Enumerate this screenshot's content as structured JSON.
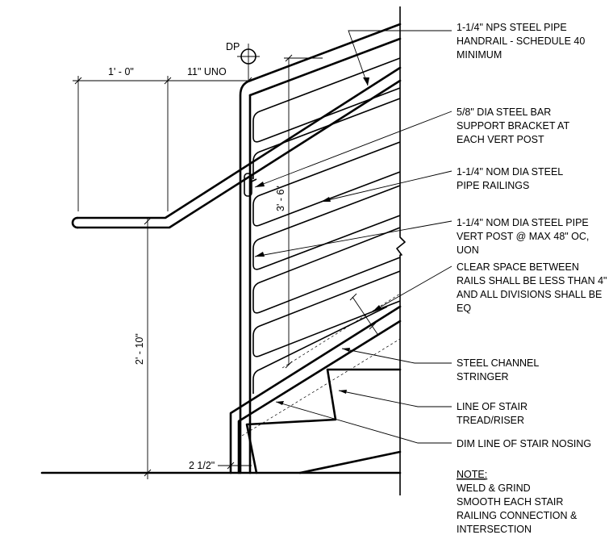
{
  "datum_label": "DP",
  "dimensions": {
    "projection": "1' - 0\"",
    "offset": "11\"  UNO",
    "rail_height": "3' - 6\"",
    "handrail_height": "2' - 10\"",
    "post_offset": "2 1/2\""
  },
  "callouts": [
    {
      "lines": [
        "1-1/4\" NPS STEEL PIPE",
        "HANDRAIL - SCHEDULE 40",
        "MINIMUM"
      ]
    },
    {
      "lines": [
        "5/8\" DIA STEEL BAR",
        "SUPPORT BRACKET AT",
        "EACH VERT POST"
      ]
    },
    {
      "lines": [
        "1-1/4\" NOM DIA STEEL",
        "PIPE RAILINGS"
      ]
    },
    {
      "lines": [
        "1-1/4\" NOM DIA STEEL PIPE",
        "VERT POST @ MAX 48\" OC,",
        "UON"
      ]
    },
    {
      "lines": [
        "CLEAR SPACE BETWEEN",
        "RAILS SHALL BE LESS THAN 4\"",
        "AND ALL DIVISIONS SHALL BE",
        "EQ"
      ]
    },
    {
      "lines": [
        "STEEL CHANNEL",
        "STRINGER"
      ]
    },
    {
      "lines": [
        "LINE OF STAIR",
        "TREAD/RISER"
      ]
    },
    {
      "lines": [
        "DIM LINE OF STAIR NOSING"
      ]
    }
  ],
  "note": {
    "title": "NOTE:",
    "lines": [
      "WELD & GRIND",
      "SMOOTH EACH STAIR",
      "RAILING CONNECTION &",
      "INTERSECTION"
    ]
  }
}
